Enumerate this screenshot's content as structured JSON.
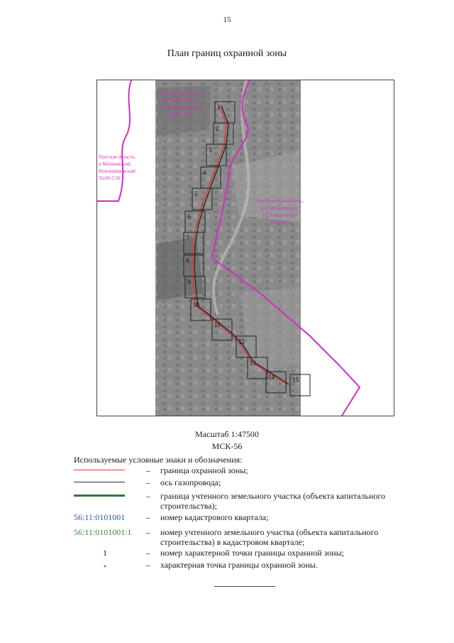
{
  "page": {
    "number": "15",
    "title": "План границ охранной зоны"
  },
  "map": {
    "labels": {
      "east_region": [
        "Оренбургская область,",
        "р-н Матвеевский,",
        "с/с Кинзельский",
        "56:03-6.2"
      ],
      "west_region": [
        "бургская область,",
        "н Матвеевский,",
        "Новоашировский",
        "56:00-3.50"
      ],
      "north_region": [
        "Оренбургская область,",
        "р-н Матвеевский,",
        "с/с Новожедринский",
        "56:03-3.267"
      ]
    },
    "points": [
      "1",
      "2",
      "3",
      "4",
      "5",
      "6",
      "7",
      "8",
      "9",
      "10",
      "11",
      "12",
      "13",
      "14",
      "15"
    ],
    "colors": {
      "zone_boundary": "#e23b3b",
      "district_boundary": "#d12fc0",
      "grid": "#222222"
    }
  },
  "scale": {
    "ratio": "Масштаб 1:47500",
    "crs": "МСК-56"
  },
  "legend": {
    "title": "Используемые условные знаки и обозначения:",
    "dash": "–",
    "items": [
      {
        "symbol": "red-line",
        "desc": "граница охранной зоны;"
      },
      {
        "symbol": "dark-line",
        "desc": "ось газопровода;"
      },
      {
        "symbol": "green-line",
        "desc": "граница учтенного земельного участка (объекта капитального строительства);"
      },
      {
        "symbol": "code",
        "code": "56:11:0101001",
        "desc": "номер кадастрового квартала;"
      },
      {
        "symbol": "code",
        "code": "56:11:0101001:1",
        "desc": "номер учтенного земельного участка (объекта капитального строительства) в кадастровом квартале;"
      },
      {
        "symbol": "number",
        "code": "1",
        "desc": "номер характерной точки границы охранной зоны;"
      },
      {
        "symbol": "dot",
        "code": "•",
        "desc": "характерная точка границы охранной зоны."
      }
    ]
  }
}
